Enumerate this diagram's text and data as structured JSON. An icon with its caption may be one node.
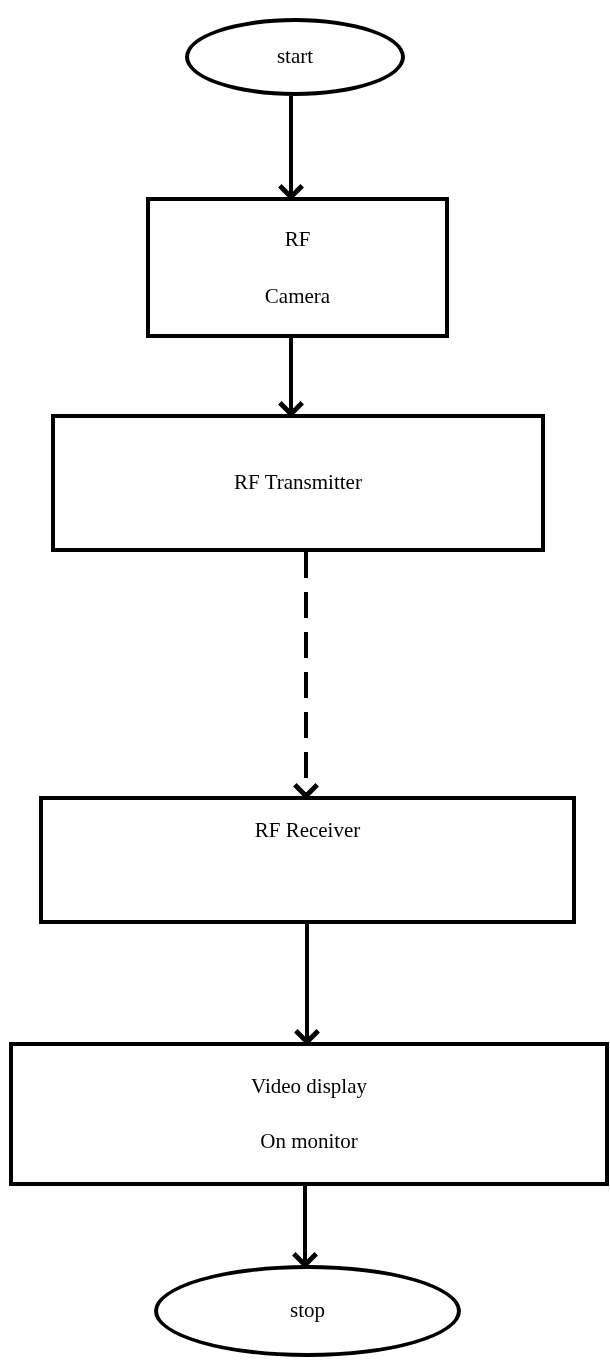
{
  "diagram": {
    "nodes": [
      {
        "text": [
          "start"
        ]
      },
      {
        "text": [
          "RF Camera"
        ]
      },
      {
        "text": [
          "RF Transmitter"
        ]
      },
      {
        "text": [
          "RF Receiver"
        ]
      },
      {
        "text": [
          "Video display On monitor"
        ]
      },
      {
        "text": [
          "stop"
        ]
      }
    ],
    "edges": [
      {
        "from": 0,
        "to": 1,
        "arrow": "to"
      },
      {
        "from": 1,
        "to": 2,
        "arrow": "to"
      },
      {
        "from": 2,
        "to": 3,
        "arrow": "to",
        "style": "dashed"
      },
      {
        "from": 3,
        "to": 4,
        "arrow": "to"
      },
      {
        "from": 4,
        "to": 5,
        "arrow": "to"
      }
    ]
  }
}
